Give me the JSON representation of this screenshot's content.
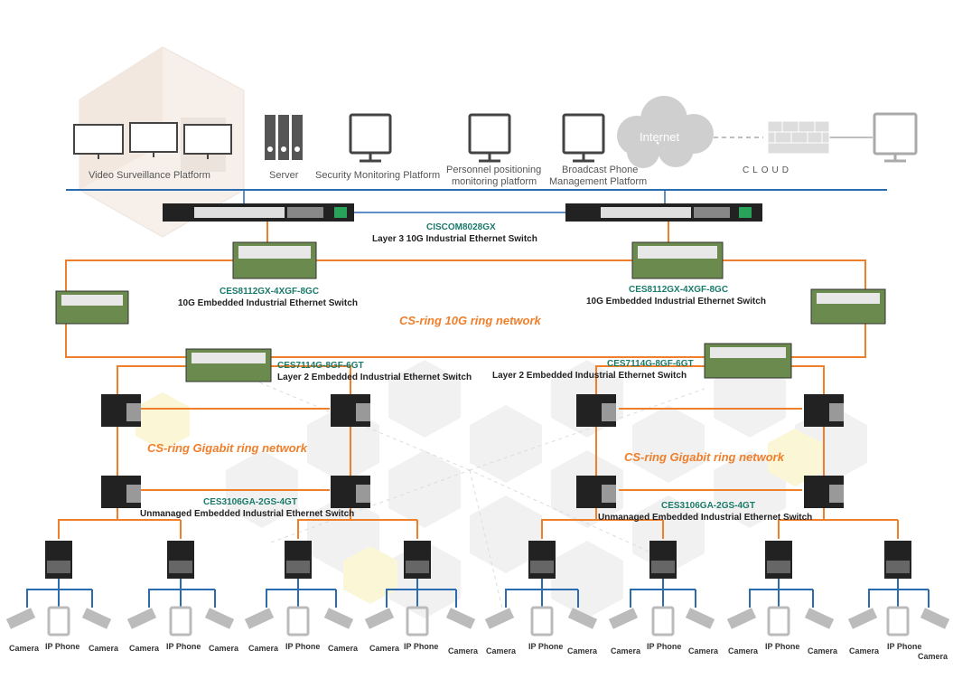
{
  "top_labels": {
    "video_platform": "Video Surveillance Platform",
    "server": "Server",
    "security_platform": "Security Monitoring Platform",
    "personnel_line1": "Personnel positioning",
    "personnel_line2": "monitoring platform",
    "broadcast_line1": "Broadcast Phone",
    "broadcast_line2": "Management Platform",
    "internet": "Internet",
    "cloud": "CLOUD"
  },
  "core_switch": {
    "model": "CISCOM8028GX",
    "desc": "Layer 3 10G Industrial Ethernet Switch"
  },
  "ten_g_switch": {
    "model": "CES8112GX-4XGF-8GC",
    "desc": "10G Embedded Industrial Ethernet Switch"
  },
  "ring_10g": "CS-ring 10G ring network",
  "l2_switch": {
    "model": "CES7114G-8GF-6GT",
    "desc": "Layer 2 Embedded Industrial Ethernet Switch"
  },
  "ring_gigabit": "CS-ring Gigabit ring network",
  "unmanaged_switch": {
    "model": "CES3106GA-2GS-4GT",
    "desc": "Unmanaged Embedded Industrial Ethernet Switch"
  },
  "endpoints": {
    "camera": "Camera",
    "ip_phone": "IP Phone"
  },
  "colors": {
    "ring_orange": "#f07f2c",
    "backbone_blue": "#2b6cb0",
    "model_green": "#1a7a6a"
  },
  "icons": [
    "server-icon",
    "monitor-icon",
    "cloud-icon",
    "firewall-icon",
    "switch-icon",
    "camera-icon",
    "ip-phone-icon"
  ]
}
